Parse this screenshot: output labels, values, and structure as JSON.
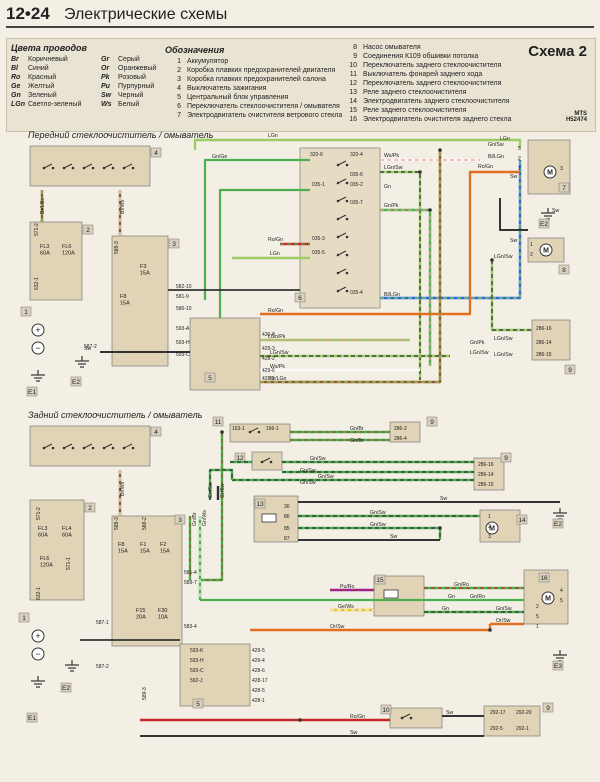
{
  "header": {
    "page_number": "12•24",
    "title": "Электрические схемы"
  },
  "legend": {
    "scheme_label": "Схема 2",
    "mts": [
      "MTS",
      "H52474"
    ],
    "wire_colors_title": "Цвета проводов",
    "wire_colors_left": [
      {
        "code": "Br",
        "name": "Коричневый"
      },
      {
        "code": "Bl",
        "name": "Синий"
      },
      {
        "code": "Ro",
        "name": "Красный"
      },
      {
        "code": "Ge",
        "name": "Желтый"
      },
      {
        "code": "Gn",
        "name": "Зеленый"
      },
      {
        "code": "LGn",
        "name": "Светло-зеленый"
      }
    ],
    "wire_colors_right": [
      {
        "code": "Gr",
        "name": "Серый"
      },
      {
        "code": "Or",
        "name": "Оранжевый"
      },
      {
        "code": "Pk",
        "name": "Розовый"
      },
      {
        "code": "Pu",
        "name": "Пурпурный"
      },
      {
        "code": "Sw",
        "name": "Черный"
      },
      {
        "code": "Ws",
        "name": "Белый"
      }
    ],
    "designations_title": "Обозначения",
    "designations_a": [
      {
        "n": "1",
        "t": "Аккумулятор"
      },
      {
        "n": "2",
        "t": "Коробка плавких предохранителей двигателя"
      },
      {
        "n": "3",
        "t": "Коробка плавких предохранителей салона"
      },
      {
        "n": "4",
        "t": "Выключатель зажигания"
      },
      {
        "n": "5",
        "t": "Центральный блок управления"
      },
      {
        "n": "6",
        "t": "Переключатель стеклоочистителя / омывателя"
      },
      {
        "n": "7",
        "t": "Электродвигатель очистителя ветрового стекла"
      }
    ],
    "designations_b": [
      {
        "n": "8",
        "t": "Насос омывателя"
      },
      {
        "n": "9",
        "t": "Соединения К109 обшивки потолка"
      },
      {
        "n": "10",
        "t": "Переключатель заднего стеклоочистителя"
      },
      {
        "n": "11",
        "t": "Выключатель фонарей заднего хода"
      },
      {
        "n": "12",
        "t": "Переключатель заднего стеклоочистителя"
      },
      {
        "n": "13",
        "t": "Реле заднего стеклоочистителя"
      },
      {
        "n": "14",
        "t": "Электродвигатель заднего стеклоочистителя"
      },
      {
        "n": "15",
        "t": "Реле заднего стеклоочистителя"
      },
      {
        "n": "16",
        "t": "Электродвигатель очистителя заднего стекла"
      }
    ]
  },
  "sections": {
    "front": "Передний стеклоочиститель / омыватель",
    "rear": "Задний стеклоочиститель / омыватель"
  },
  "colors": {
    "green": "#4caf50",
    "light_green": "#9ccc65",
    "black": "#333333",
    "red": "#c62828",
    "orange": "#e07020",
    "brown": "#8d5a2b",
    "pink": "#ef9a9a",
    "purple": "#8e24aa",
    "blue": "#1e6bd6",
    "yellow": "#e6c229",
    "white": "#fafafa",
    "panel": "#e0d3b6"
  },
  "diagram": {
    "front": {
      "fuses": [
        "FL3\n60A",
        "FL6\n120A",
        "F3\n15A",
        "F8\n15A"
      ],
      "labels": [
        "LGn",
        "Gn/Ge",
        "Ws/Pk",
        "LGn/Sw",
        "Gn",
        "Gn/Pk",
        "Ro/Gn",
        "LGn",
        "Bl/LGn",
        "Ro/Gn",
        "LGn/Pk",
        "Gn/Pk",
        "LGn/Sw",
        "LGn/Sw",
        "Ws/Pk",
        "Br/LGn",
        "Ro/Gn",
        "Sw",
        "Sw",
        "Bl/LGn",
        "Gn/Sw",
        "Sw",
        "LGn/Sw",
        "LGn",
        "LGn/Sw",
        "LGn/Sw",
        "Sw",
        "Br/LGn",
        "Br/Ws"
      ],
      "pins": [
        "320-6",
        "320-4",
        "035-1",
        "035-2",
        "035-7",
        "035-3",
        "035-5",
        "035-4",
        "035-6",
        "582-10",
        "581-9",
        "580-10",
        "593-A",
        "593-H",
        "593-C",
        "587-2",
        "430-8",
        "429-3",
        "428-2",
        "429-6",
        "428-1",
        "588-3",
        "571-2",
        "632-1",
        "286-16",
        "286-14",
        "286-15",
        "5",
        "2",
        "1",
        "1",
        "2",
        "3"
      ],
      "numbers": [
        "1",
        "2",
        "3",
        "4",
        "5",
        "6",
        "7",
        "8",
        "9",
        "E1",
        "E2",
        "E2"
      ]
    },
    "rear": {
      "fuses": [
        "FL3\n60A",
        "FL4\n60A",
        "FL6\n120A",
        "F8\n15A",
        "F1\n15A",
        "F2\n15A",
        "F15\n20A",
        "F30\n10A"
      ],
      "labels": [
        "Gn/Br",
        "Gn/Br",
        "Gn/Sw",
        "Gn/Sw",
        "Gn/Sw",
        "Gn/Sw",
        "Sw",
        "Gn/Sw",
        "Gn/Sw",
        "Sw",
        "Gn/Ro",
        "Gn",
        "Pu/Ro",
        "Gn/Ro",
        "Gn",
        "Ge/Ws",
        "Gn/Sw",
        "Or/Sw",
        "Or/Sw",
        "Ro/Gn",
        "Sw",
        "Sw",
        "Gn/Br",
        "Gn/Ws",
        "Gn/Sw",
        "Gr/Sw",
        "Br/Ws"
      ],
      "pins": [
        "163-1",
        "166-1",
        "286-2",
        "286-4",
        "286-16",
        "286-14",
        "286-15",
        "30",
        "86",
        "85",
        "87",
        "581-4",
        "589-7",
        "583-4",
        "587-1",
        "587-2",
        "593-K",
        "593-H",
        "593-C",
        "592-J",
        "429-5",
        "429-4",
        "428-6",
        "428-17",
        "428-5",
        "428-1",
        "589-3",
        "292-17",
        "292-20",
        "292-5",
        "292-1",
        "571-2",
        "571-1",
        "632-1",
        "588-3",
        "588-2",
        "1",
        "2",
        "3",
        "4",
        "5",
        "2",
        "5",
        "1"
      ],
      "numbers": [
        "1",
        "2",
        "3",
        "4",
        "5",
        "9",
        "9",
        "9",
        "10",
        "11",
        "12",
        "13",
        "14",
        "15",
        "16",
        "E1",
        "E2",
        "E2",
        "E3"
      ]
    }
  }
}
